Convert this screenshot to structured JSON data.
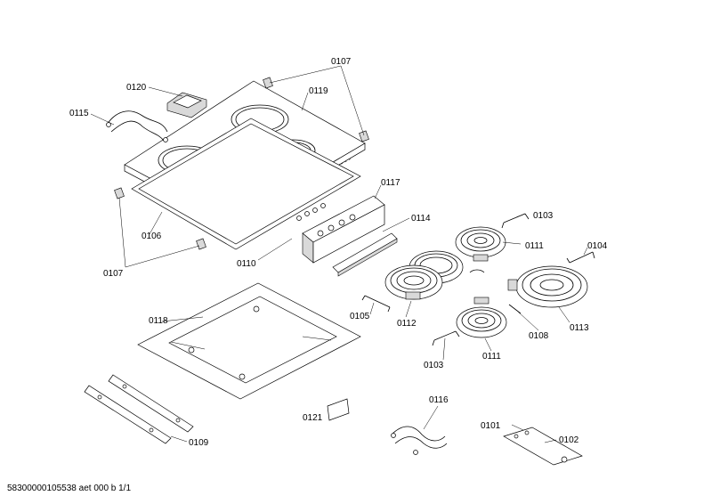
{
  "parts": {
    "p0101": "0101",
    "p0102": "0102",
    "p0103a": "0103",
    "p0103b": "0103",
    "p0104": "0104",
    "p0105": "0105",
    "p0106": "0106",
    "p0107a": "0107",
    "p0107b": "0107",
    "p0108": "0108",
    "p0109": "0109",
    "p0110": "0110",
    "p0111a": "0111",
    "p0111b": "0111",
    "p0112": "0112",
    "p0113": "0113",
    "p0114": "0114",
    "p0115": "0115",
    "p0116": "0116",
    "p0117": "0117",
    "p0118": "0118",
    "p0119": "0119",
    "p0120": "0120",
    "p0121": "0121"
  },
  "footer": {
    "doc_id": "58300000105538 aet 000 b 1/1"
  }
}
